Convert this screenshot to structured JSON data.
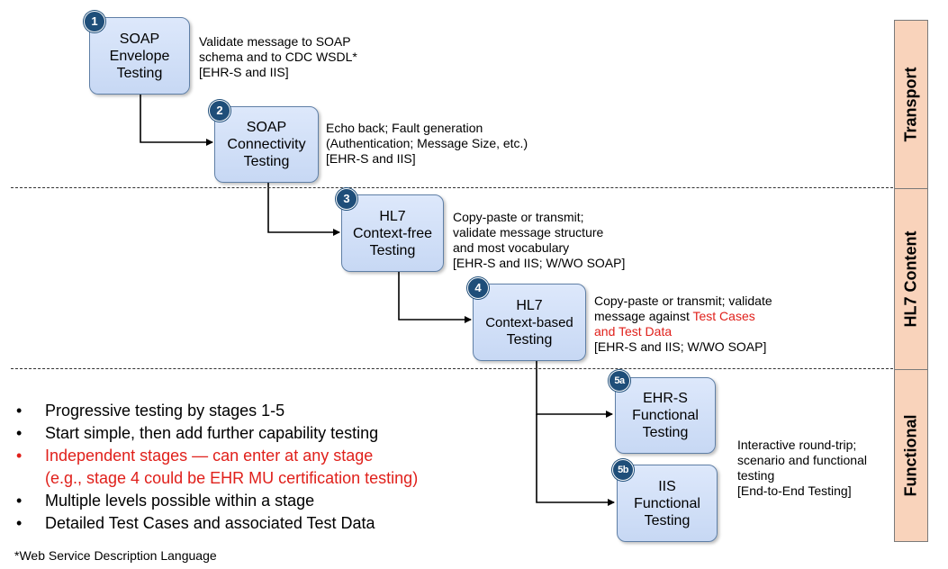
{
  "steps": [
    {
      "badge": "1",
      "lines": [
        "SOAP",
        "Envelope",
        "Testing"
      ],
      "desc": [
        {
          "t": "Validate message to SOAP"
        },
        {
          "t": "schema and to CDC WSDL*"
        },
        {
          "t": "[EHR-S and IIS]"
        }
      ]
    },
    {
      "badge": "2",
      "lines": [
        "SOAP",
        "Connectivity",
        "Testing"
      ],
      "desc": [
        {
          "t": "Echo back; Fault generation"
        },
        {
          "t": "(Authentication; Message Size, etc.)"
        },
        {
          "t": "[EHR-S and IIS]"
        }
      ]
    },
    {
      "badge": "3",
      "lines": [
        "HL7",
        "Context-free",
        "Testing"
      ],
      "desc": [
        {
          "t": "Copy-paste or transmit;"
        },
        {
          "t": "validate message structure"
        },
        {
          "t": "and most vocabulary"
        },
        {
          "t": "[EHR-S and IIS; W/WO SOAP]"
        }
      ]
    },
    {
      "badge": "4",
      "lines": [
        "HL7",
        "Context-based",
        "Testing"
      ],
      "desc": [
        {
          "t": "Copy-paste or transmit; validate"
        },
        {
          "t": "message against ",
          "red": "Test Cases"
        },
        {
          "t": "",
          "red": "and Test Data"
        },
        {
          "t": "[EHR-S and IIS; W/WO SOAP]"
        }
      ]
    },
    {
      "badge": "5a",
      "lines": [
        "EHR-S",
        "Functional",
        "Testing"
      ]
    },
    {
      "badge": "5b",
      "lines": [
        "IIS",
        "Functional",
        "Testing"
      ]
    }
  ],
  "functional_desc": [
    "Interactive round-trip;",
    "scenario and functional",
    "testing",
    "[End-to-End Testing]"
  ],
  "sidebar": [
    "Transport",
    "HL7 Content",
    "Functional"
  ],
  "bullets": [
    {
      "text": "Progressive testing by stages 1-5",
      "bullet": "•",
      "red": false
    },
    {
      "text": "Start simple, then add further capability testing",
      "bullet": "•",
      "red": false
    },
    {
      "text": "Independent stages — can enter at any stage",
      "bullet": "•",
      "red": true
    },
    {
      "text": "(e.g., stage 4 could be EHR MU certification testing)",
      "bullet": "",
      "red": true
    },
    {
      "text": "Multiple levels possible within a stage",
      "bullet": "•",
      "red": false
    },
    {
      "text": "Detailed Test Cases and associated Test Data",
      "bullet": "•",
      "red": false
    }
  ],
  "footnote": "*Web Service Description Language"
}
